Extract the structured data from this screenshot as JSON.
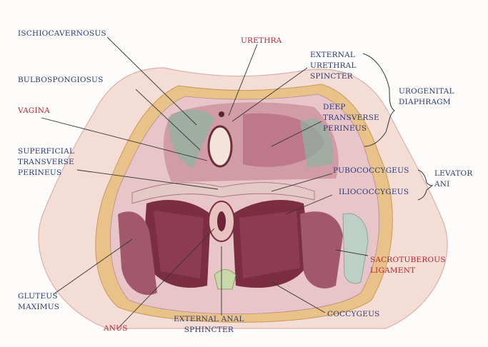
{
  "colors": {
    "label_blue": "#2b3a78",
    "label_red": "#b3272f",
    "skin": "#f2d7cf",
    "fat": "#e7bd7d",
    "muscle": "#7b2e42",
    "leader_line": "#333333"
  },
  "labels": {
    "ischiocavernosus": [
      "ISCHIOCAVERNOSUS"
    ],
    "urethra": [
      "URETHRA"
    ],
    "external_urethral_sphincter": [
      "EXTERNAL",
      "URETHRAL",
      "SPINCTER"
    ],
    "urogenital_diaphragm": [
      "UROGENITAL",
      "DIAPHRAGM"
    ],
    "bulbospongiosus": [
      "BULBOSPONGIOSUS"
    ],
    "vagina": [
      "VAGINA"
    ],
    "deep_transverse_perineus": [
      "DEEP",
      "TRANSVERSE",
      "PERINEUS"
    ],
    "superficial_transverse_perineus": [
      "SUPERFICIAL",
      "TRANSVERSE",
      "PERINEUS"
    ],
    "pubococcygeus": [
      "PUBOCOCCYGEUS"
    ],
    "levator_ani": [
      "LEVATOR",
      "ANI"
    ],
    "iliococcygeus": [
      "ILIOCOCCYGEUS"
    ],
    "sacrotuberous_ligament": [
      "SACROTUBEROUS",
      "LIGAMENT"
    ],
    "gluteus_maximus": [
      "GLUTEUS",
      "MAXIMUS"
    ],
    "anus": [
      "ANUS"
    ],
    "external_anal_sphincter": [
      "EXTERNAL ANAL",
      "SPHINCTER"
    ],
    "coccygeus": [
      "COCCYGEUS"
    ]
  }
}
